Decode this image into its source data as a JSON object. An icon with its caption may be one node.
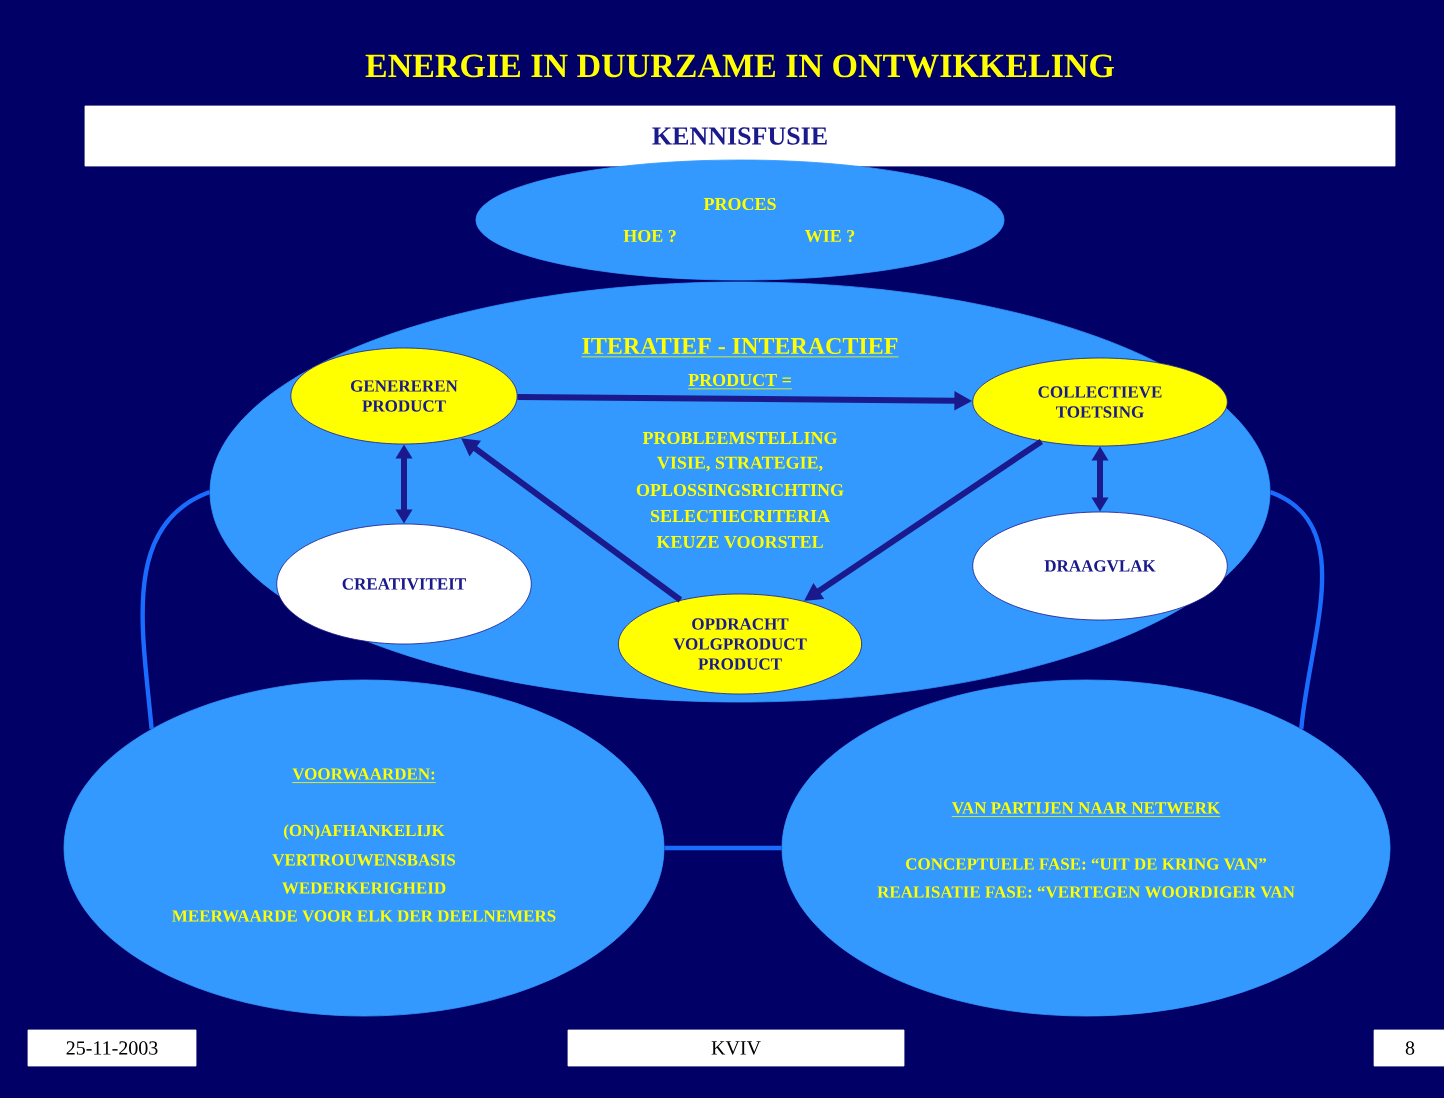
{
  "diagram": {
    "title": "ENERGIE IN DUURZAME IN ONTWIKKELING",
    "nodes": [
      {
        "text": [
          "KENNISFUSIE"
        ]
      },
      {
        "text": [
          "PROCES",
          "HOE ?",
          "WIE ?"
        ]
      },
      {
        "text": [
          "ITERATIEF - INTERACTIEF",
          "PRODUCT =",
          "PROBLEEMSTELLING",
          "VISIE, STRATEGIE,",
          "OPLOSSINGSRICHTING",
          "SELECTIECRITERIA",
          "KEUZE VOORSTEL"
        ]
      },
      {
        "text": [
          "GENEREREN PRODUCT"
        ],
        "in": 2
      },
      {
        "text": [
          "COLLECTIEVE TOETSING"
        ],
        "in": 2
      },
      {
        "text": [
          "CREATIVITEIT"
        ],
        "in": 2
      },
      {
        "text": [
          "DRAAGVLAK"
        ],
        "in": 2
      },
      {
        "text": [
          "OPDRACHT VOLGPRODUCT PRODUCT"
        ],
        "in": 2
      },
      {
        "text": [
          "VOORWAARDEN:",
          "(ON)AFHANKELIJK",
          "VERTROUWENSBASIS",
          "WEDERKERIGHEID",
          "MEERWAARDE VOOR ELK DER DEELNEMERS"
        ]
      },
      {
        "text": [
          "VAN PARTIJEN NAAR NETWERK",
          "CONCEPTUELE FASE: “UIT DE KRING VAN”",
          "REALISATIE FASE: “VERTEGEN WOORDIGER VAN"
        ]
      },
      {
        "text": [
          "25-11-2003"
        ]
      },
      {
        "text": [
          "KVIV"
        ]
      },
      {
        "text": [
          "8"
        ]
      }
    ],
    "edges": [
      {
        "from": 3,
        "to": 4,
        "arrow": "to"
      },
      {
        "from": 4,
        "to": 7,
        "arrow": "to"
      },
      {
        "from": 7,
        "to": 3,
        "arrow": "to"
      },
      {
        "from": 3,
        "to": 5,
        "arrow": "both"
      },
      {
        "from": 4,
        "to": 6,
        "arrow": "both"
      },
      {
        "from": 2,
        "to": 8,
        "arrow": "none",
        "color": "#1a6cff"
      },
      {
        "from": 2,
        "to": 9,
        "arrow": "none",
        "color": "#1a6cff"
      },
      {
        "from": 8,
        "to": 9,
        "arrow": "none",
        "color": "#1a6cff"
      }
    ]
  }
}
